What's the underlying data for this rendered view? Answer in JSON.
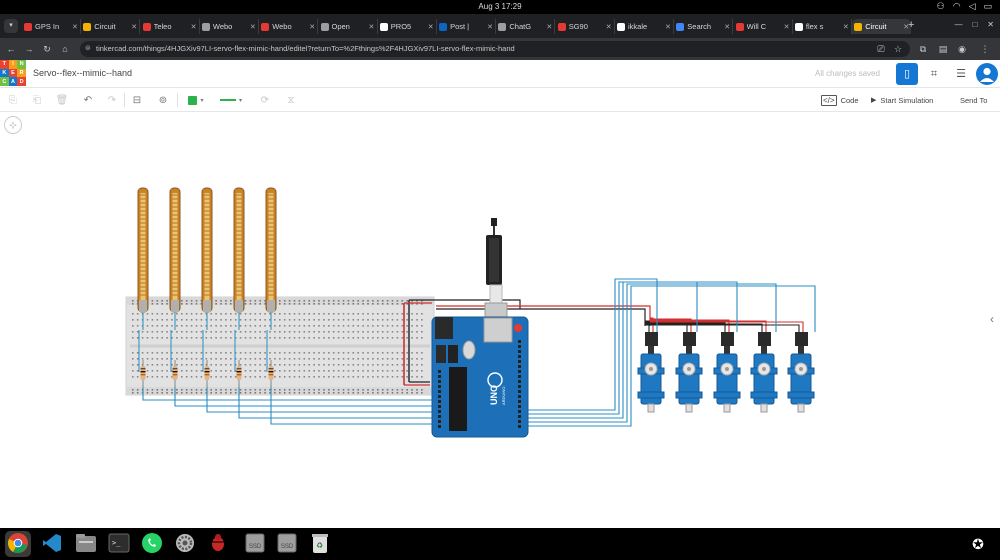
{
  "os": {
    "clock": "Aug 3  17:29"
  },
  "browser": {
    "tabs": [
      {
        "title": "GPS In",
        "color": "#e53935"
      },
      {
        "title": "Circuit",
        "color": "#f4b400"
      },
      {
        "title": "Teleo",
        "color": "#e53935"
      },
      {
        "title": "Webo",
        "color": "#9e9e9e"
      },
      {
        "title": "Webo",
        "color": "#e53935"
      },
      {
        "title": "Open",
        "color": "#9e9e9e"
      },
      {
        "title": "PRO5",
        "color": "#ffffff"
      },
      {
        "title": "Post |",
        "color": "#0a66c2"
      },
      {
        "title": "ChatG",
        "color": "#9e9e9e"
      },
      {
        "title": "SG90",
        "color": "#e53935"
      },
      {
        "title": "ikkale",
        "color": "#ffffff"
      },
      {
        "title": "Search",
        "color": "#4285f4"
      },
      {
        "title": "Will C",
        "color": "#e53935"
      },
      {
        "title": "flex s",
        "color": "#ffffff"
      },
      {
        "title": "Circuit",
        "color": "#f4b400"
      }
    ],
    "url": "tinkercad.com/things/4HJGXiv97LI-servo-flex-mimic-hand/editel?returnTo=%2Fthings%2F4HJGXiv97LI-servo-flex-mimic-hand"
  },
  "app": {
    "logo_letters": [
      "T",
      "I",
      "N",
      "K",
      "E",
      "R",
      "C",
      "A",
      "D"
    ],
    "logo_colors": [
      "#e8432e",
      "#f6a01a",
      "#71c044",
      "#1477d4",
      "#e8432e",
      "#f6a01a",
      "#71c044",
      "#1477d4",
      "#e8432e"
    ],
    "title": "Servo--flex--mimic--hand",
    "save_status": "All changes saved",
    "accent": "#1477d4"
  },
  "toolbar": {
    "code_label": "Code",
    "simulate_label": "Start Simulation",
    "send_label": "Send To",
    "fill_color": "#2bb24c",
    "wire_color": "#2bb24c"
  },
  "circuit": {
    "flex_sensor_count": 5,
    "servo_count": 5,
    "arduino_label": "UNO",
    "arduino_brand": "ARDUINO"
  },
  "dock": {
    "apps": [
      "chrome-icon",
      "vscode-icon",
      "files-icon",
      "terminal-icon",
      "whatsapp-icon",
      "settings-icon",
      "bug-icon",
      "ssd-drive-icon",
      "ssd-drive-icon",
      "trash-icon"
    ],
    "ssd_label": "SSD"
  }
}
